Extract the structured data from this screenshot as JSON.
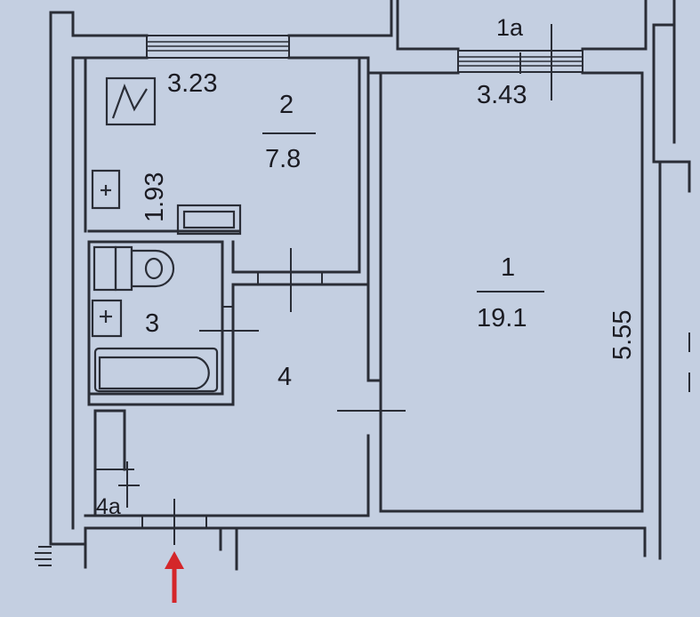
{
  "rooms": {
    "r1": {
      "number": "1",
      "area": "19.1"
    },
    "r1a": {
      "number": "1a"
    },
    "r2": {
      "number": "2",
      "area": "7.8"
    },
    "r3": {
      "number": "3"
    },
    "r4": {
      "number": "4"
    },
    "r4a": {
      "number": "4a"
    }
  },
  "dimensions": {
    "kitchen_width": "3.23",
    "kitchen_depth": "1.93",
    "room_width": "3.43",
    "room_depth": "5.55"
  },
  "colors": {
    "background": "#c4cfe1",
    "wall": "#2a2d36",
    "entrance_arrow": "#d4262a"
  },
  "icons": [
    "stove-icon",
    "sink-icon",
    "toilet-icon",
    "bathtub-icon",
    "entrance-arrow-icon"
  ]
}
